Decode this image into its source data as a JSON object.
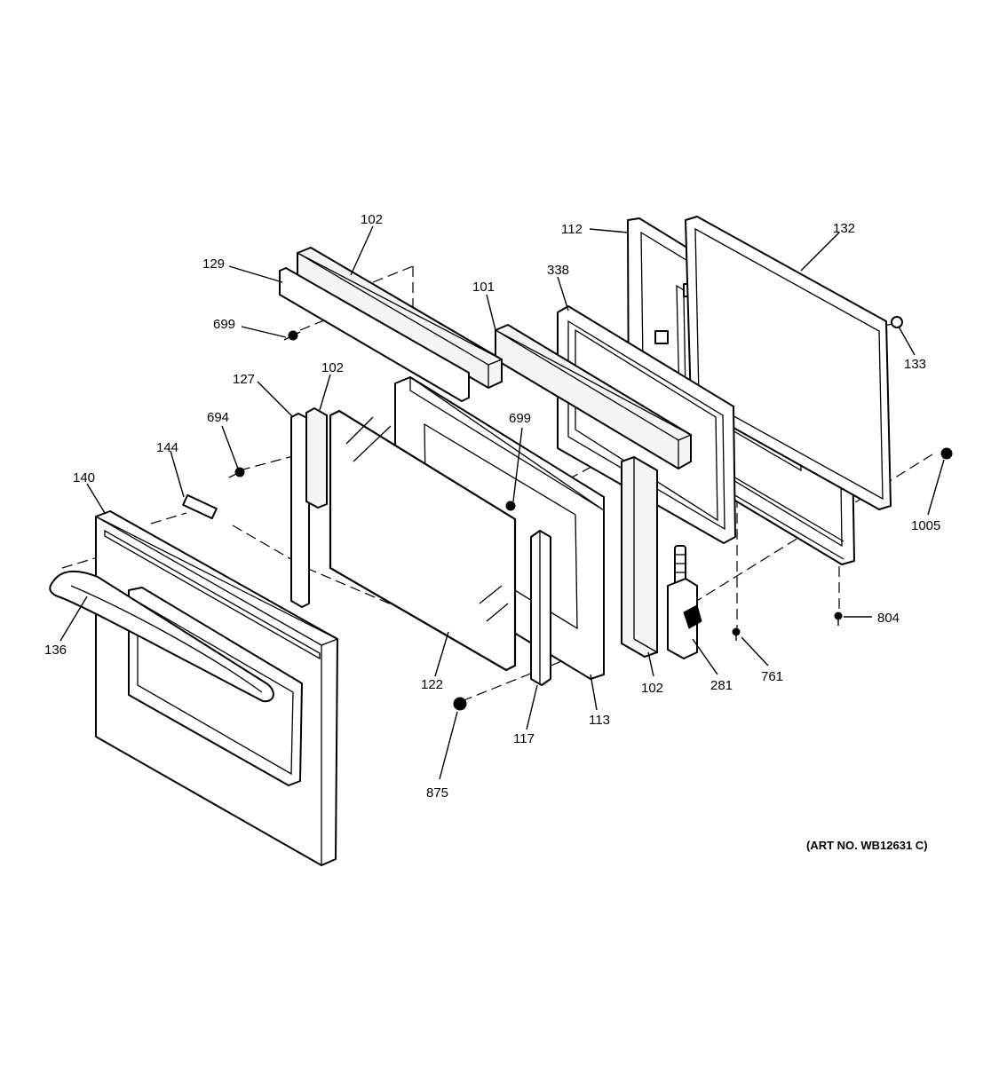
{
  "diagram": {
    "art_number": "(ART NO. WB12631 C)",
    "callouts": [
      {
        "id": "c102a",
        "text": "102"
      },
      {
        "id": "c129",
        "text": "129"
      },
      {
        "id": "c699a",
        "text": "699"
      },
      {
        "id": "c101",
        "text": "101"
      },
      {
        "id": "c338",
        "text": "338"
      },
      {
        "id": "c112",
        "text": "112"
      },
      {
        "id": "c132",
        "text": "132"
      },
      {
        "id": "c133",
        "text": "133"
      },
      {
        "id": "c127",
        "text": "127"
      },
      {
        "id": "c102b",
        "text": "102"
      },
      {
        "id": "c694",
        "text": "694"
      },
      {
        "id": "c699b",
        "text": "699"
      },
      {
        "id": "c144",
        "text": "144"
      },
      {
        "id": "c140",
        "text": "140"
      },
      {
        "id": "c136",
        "text": "136"
      },
      {
        "id": "c122",
        "text": "122"
      },
      {
        "id": "c113",
        "text": "113"
      },
      {
        "id": "c117",
        "text": "117"
      },
      {
        "id": "c875",
        "text": "875"
      },
      {
        "id": "c102c",
        "text": "102"
      },
      {
        "id": "c281",
        "text": "281"
      },
      {
        "id": "c761",
        "text": "761"
      },
      {
        "id": "c804",
        "text": "804"
      },
      {
        "id": "c1005",
        "text": "1005"
      }
    ]
  }
}
